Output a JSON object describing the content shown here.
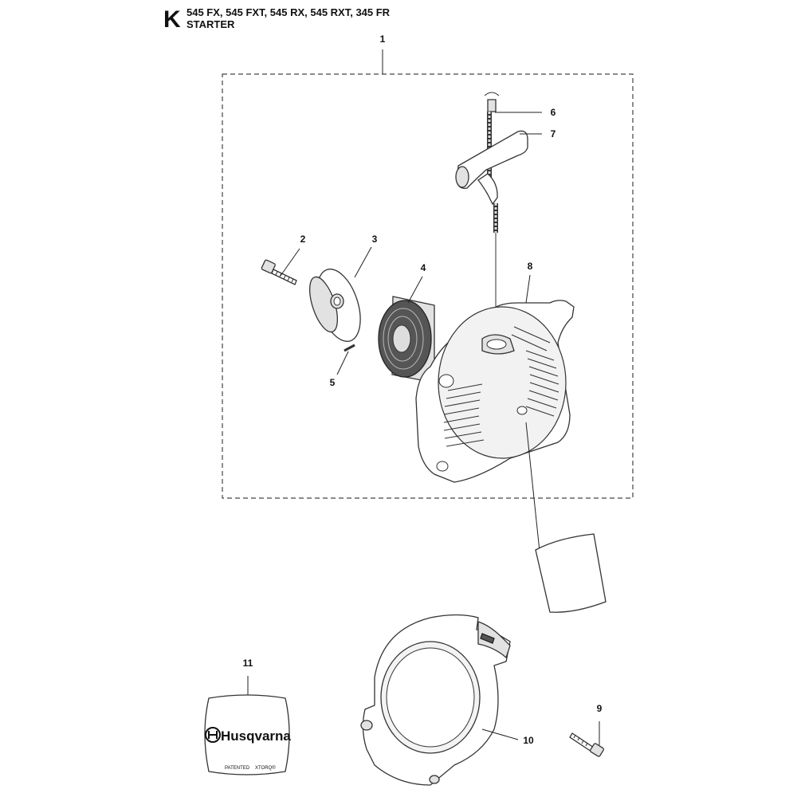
{
  "header": {
    "section_letter": "K",
    "models": "545 FX, 545 FXT, 545 RX, 545 RXT, 345 FR",
    "section_title": "STARTER"
  },
  "callouts": [
    "1",
    "2",
    "3",
    "4",
    "5",
    "6",
    "7",
    "8",
    "9",
    "10",
    "11"
  ],
  "decal": {
    "brand": "Husqvarna",
    "left_text": "PATENTED",
    "right_text": "XTORQ®"
  }
}
